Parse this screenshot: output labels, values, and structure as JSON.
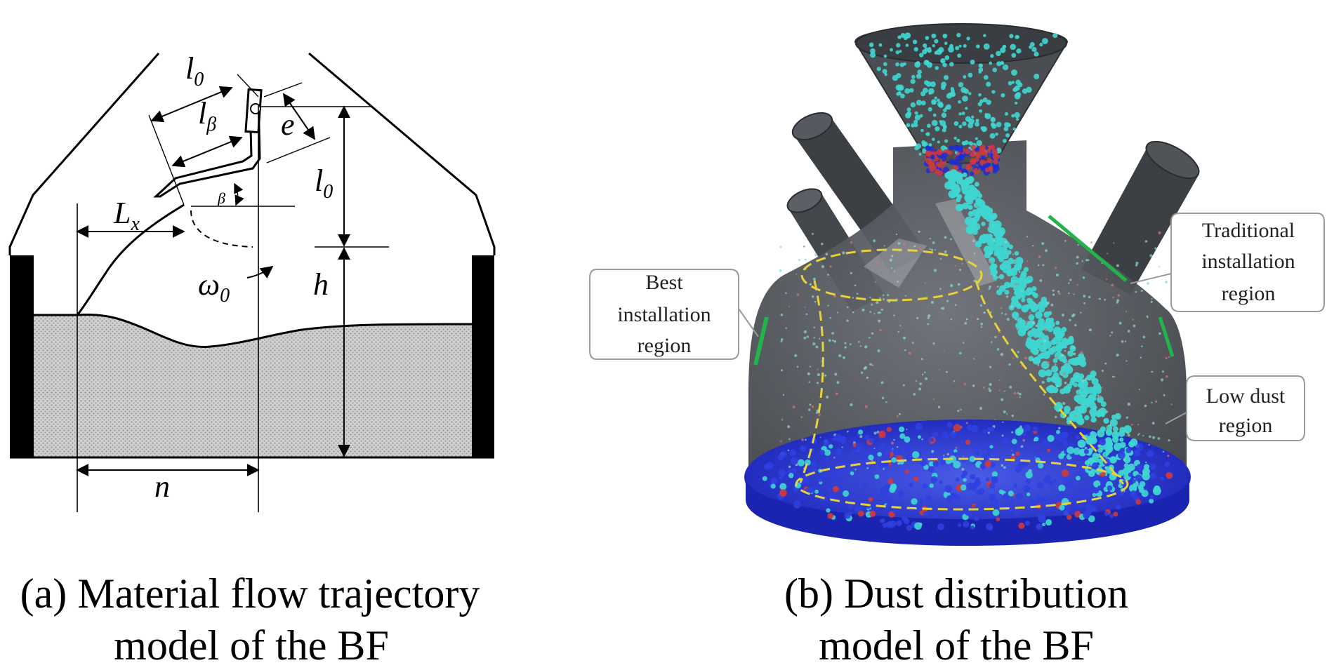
{
  "panel_a": {
    "symbols": {
      "l0_top": "l",
      "l0_top_sub": "0",
      "l_beta": "l",
      "l_beta_sub": "β",
      "e": "e",
      "l0_right": "l",
      "l0_right_sub": "0",
      "beta": "β",
      "Lx": "L",
      "Lx_sub": "x",
      "omega": "ω",
      "omega_sub": "0",
      "h": "h",
      "n": "n"
    },
    "caption_line1": "(a) Material flow trajectory",
    "caption_line2": "model of the BF"
  },
  "panel_b": {
    "callouts": {
      "best": [
        "Best",
        "installation",
        "region"
      ],
      "traditional": [
        "Traditional",
        "installation",
        "region"
      ],
      "low_dust": [
        "Low dust",
        "region"
      ]
    },
    "caption_line1": "(b) Dust distribution",
    "caption_line2": "model of the BF"
  },
  "colors": {
    "dust_cyan": "#3fd6d2",
    "dust_blue": "#1e2bd6",
    "dust_red": "#d23a3a",
    "shell": "#4a4d52",
    "highlight_green": "#22b34a",
    "yellow_dash": "#e6d23a"
  }
}
